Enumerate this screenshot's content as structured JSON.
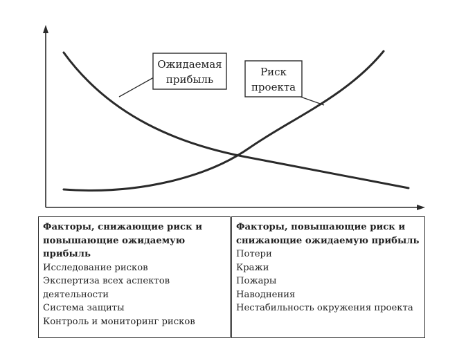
{
  "curves": {
    "profit_label_line1": "Ожидаемая",
    "profit_label_line2": "прибыль",
    "risk_label_line1": "Риск",
    "risk_label_line2": "проекта"
  },
  "left_box": {
    "header": "Факторы, снижающие риск и повышающие ожидаемую прибыль",
    "items": [
      "Исследование рисков",
      "Экспертиза всех аспектов деятельности",
      "Система защиты",
      "Контроль и мониторинг рисков"
    ]
  },
  "right_box": {
    "header": "Факторы, повышающие риск и снижающие ожидаемую прибыль",
    "items": [
      "Потери",
      "Кражи",
      "Пожары",
      "Наводнения",
      "Нестабильность окружения проекта"
    ]
  }
}
